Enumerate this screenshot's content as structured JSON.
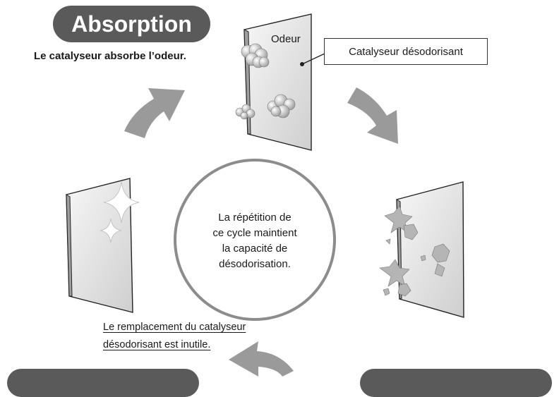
{
  "title": "Absorption",
  "absorb_caption": "Le catalyseur absorbe l’odeur.",
  "odor_label": "Odeur",
  "catalyst_callout": "Catalyseur désodorisant",
  "center_text": [
    "La répétition de",
    "ce cycle maintient",
    "la capacité de",
    "désodorisation."
  ],
  "replacement_note": [
    "Le remplacement du catalyseur",
    "désodorisant est inutile."
  ],
  "colors": {
    "pill": "#5a5a5a",
    "arrow": "#9a9a9a",
    "panel": "#e6e6e6",
    "ring": "#8c8c8c"
  }
}
